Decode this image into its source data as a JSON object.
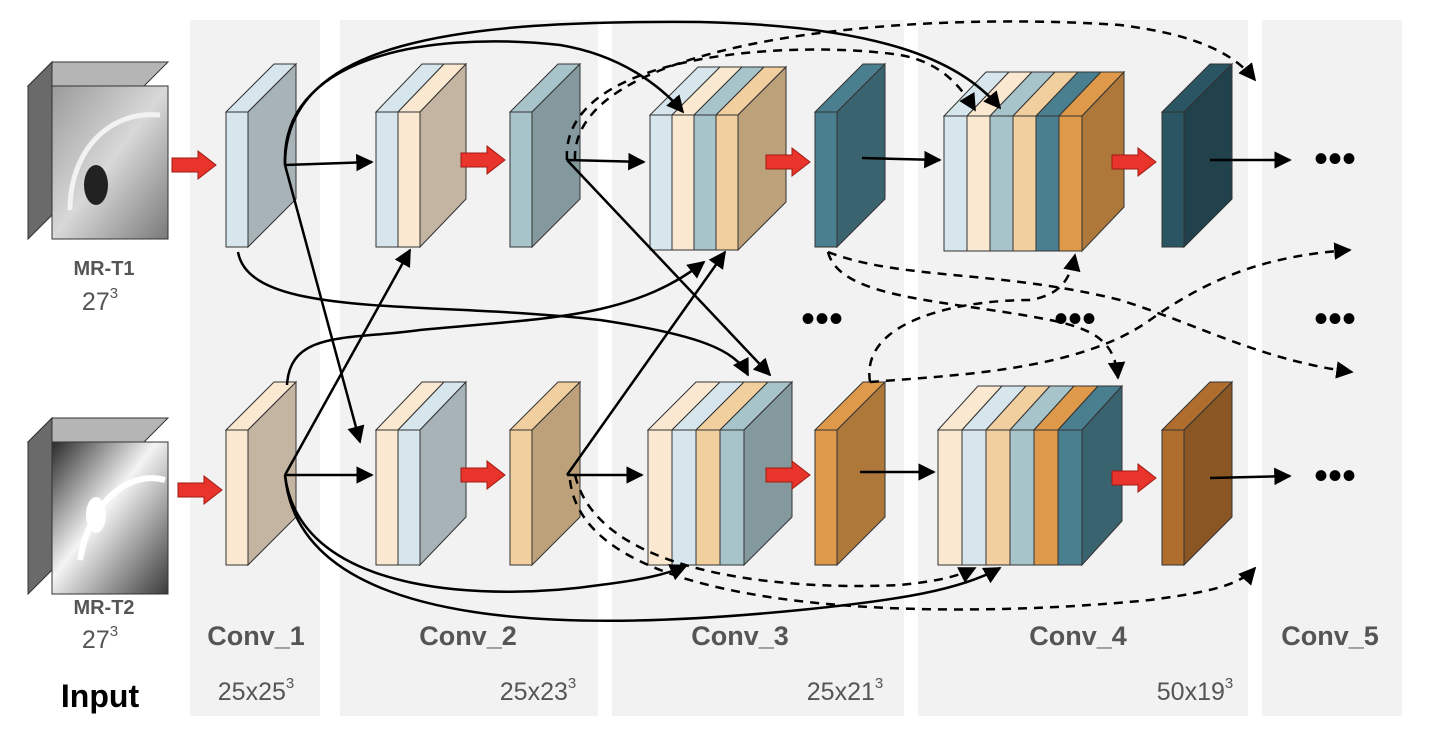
{
  "input": {
    "title": "Input",
    "modalities": [
      {
        "name": "MR-T1",
        "size_base": "27",
        "size_exp": "3"
      },
      {
        "name": "MR-T2",
        "size_base": "27",
        "size_exp": "3"
      }
    ]
  },
  "stages": [
    {
      "name": "Conv_1",
      "size_base": "25x25",
      "size_exp": "3"
    },
    {
      "name": "Conv_2",
      "size_base": "25x23",
      "size_exp": "3"
    },
    {
      "name": "Conv_3",
      "size_base": "25x21",
      "size_exp": "3"
    },
    {
      "name": "Conv_4",
      "size_base": "50x19",
      "size_exp": "3"
    },
    {
      "name": "Conv_5",
      "size_base": "",
      "size_exp": ""
    }
  ],
  "ellipsis": "•••",
  "colors": {
    "panel": "#f2f2f2",
    "relu_arrow": "#e8342a",
    "edge": "#000000",
    "t1_light": "#d7e6ec",
    "t2_light": "#fbe8d0",
    "t2_mid": "#f2cf9e",
    "teal_mid": "#a8c4cb",
    "teal_dark": "#4a7f8f",
    "orange_mid": "#de9a4a",
    "orange_dark": "#b06e2e",
    "teal_deep": "#2a5563",
    "brown_deep": "#8b5a2b"
  }
}
